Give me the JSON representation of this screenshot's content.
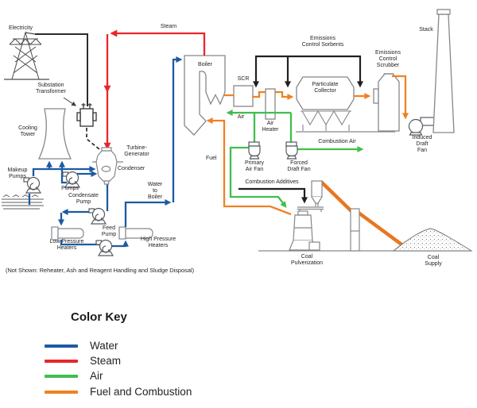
{
  "diagram": {
    "labels": {
      "electricity": "Electricity",
      "steam": "Steam",
      "substation_transformer": {
        "lines": [
          "Substation",
          "Transformer"
        ]
      },
      "cooling_tower": {
        "lines": [
          "Cooling",
          "Tower"
        ]
      },
      "makeup_pumps": {
        "lines": [
          "Makeup",
          "Pumps"
        ]
      },
      "pumps": "Pumps",
      "condensate_pump": {
        "lines": [
          "Condensate",
          "Pump"
        ]
      },
      "feed_pump": {
        "lines": [
          "Feed",
          "Pump"
        ]
      },
      "low_pressure_heaters": {
        "lines": [
          "Low Pressure",
          "Heaters"
        ]
      },
      "high_pressure_heaters": {
        "lines": [
          "High Pressure",
          "Heaters"
        ]
      },
      "turbine_generator": {
        "lines": [
          "Turbine-",
          "Generator"
        ]
      },
      "condenser": "Condenser",
      "water_to_boiler": {
        "lines": [
          "Water",
          "to",
          "Boiler"
        ]
      },
      "boiler": "Boiler",
      "scr": "SCR",
      "air": "Air",
      "air_heater": {
        "lines": [
          "Air",
          "Heater"
        ]
      },
      "fuel": "Fuel",
      "emissions_control_sorbents": {
        "lines": [
          "Emissions",
          "Control Sorbents"
        ]
      },
      "particulate_collector": {
        "lines": [
          "Particulate",
          "Collector"
        ]
      },
      "emissions_control_scrubber": {
        "lines": [
          "Emissions",
          "Control",
          "Scrubber"
        ]
      },
      "stack": "Stack",
      "induced_draft_fan": {
        "lines": [
          "Induced",
          "Draft",
          "Fan"
        ]
      },
      "combustion_air": "Combustion Air",
      "primary_air_fan": {
        "lines": [
          "Primary",
          "Air Fan"
        ]
      },
      "forced_draft_fan": {
        "lines": [
          "Forced",
          "Draft Fan"
        ]
      },
      "combustion_additives": "Combustion Additives",
      "coal_pulverization": {
        "lines": [
          "Coal",
          "Pulverization"
        ]
      },
      "coal_supply": {
        "lines": [
          "Coal",
          "Supply"
        ]
      }
    },
    "note": "(Not Shown: Reheater, Ash and Reagent Handling and Sludge Disposal)"
  },
  "legend": {
    "title": "Color Key",
    "items": [
      {
        "label": "Water",
        "color": "#1d5aa4"
      },
      {
        "label": "Steam",
        "color": "#e8262a"
      },
      {
        "label": "Air",
        "color": "#41be4e"
      },
      {
        "label": "Fuel and Combustion",
        "color": "#f08122"
      }
    ]
  }
}
